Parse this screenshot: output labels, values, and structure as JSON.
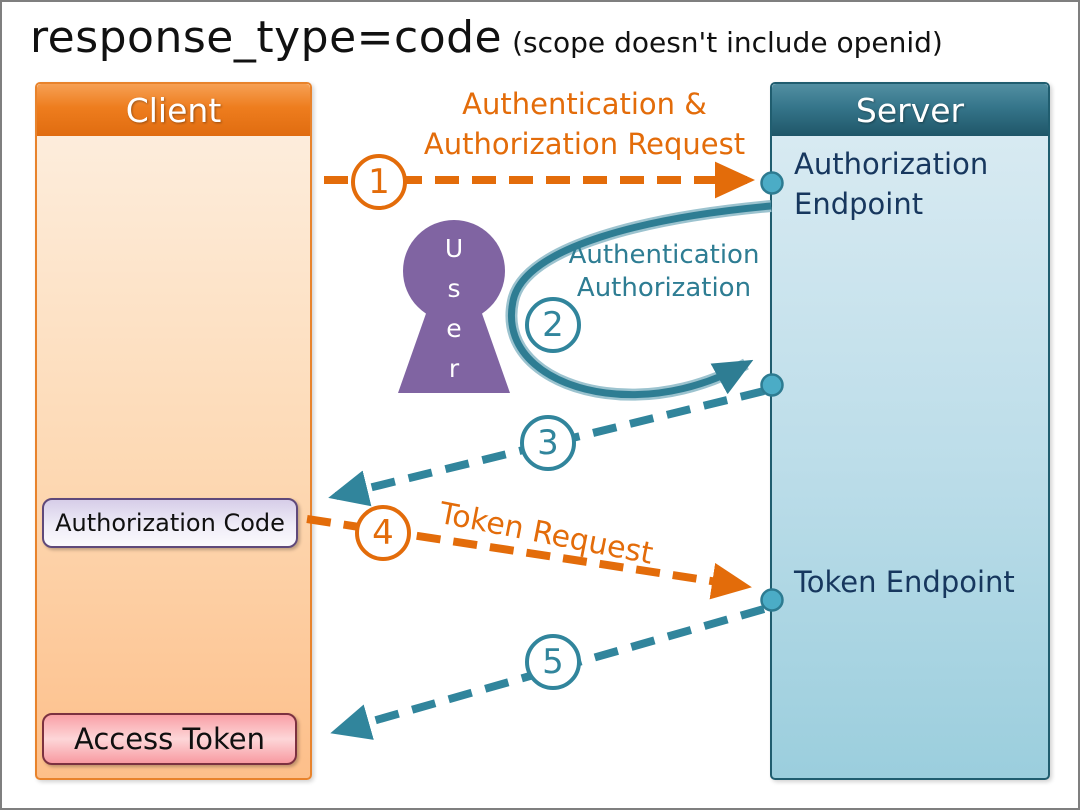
{
  "title": {
    "main": "response_type=code",
    "sub": "(scope doesn't include openid)"
  },
  "client": {
    "header": "Client",
    "badges": {
      "authorization_code": "Authorization Code",
      "access_token": "Access Token"
    }
  },
  "server": {
    "header": "Server",
    "endpoints": {
      "authorization": "Authorization Endpoint",
      "token": "Token Endpoint"
    }
  },
  "user": {
    "name": "User",
    "letters": [
      "U",
      "s",
      "e",
      "r"
    ]
  },
  "steps": [
    {
      "number": "1",
      "color": "#e36c0a",
      "label_line1": "Authentication &",
      "label_line2": "Authorization Request"
    },
    {
      "number": "2",
      "color": "#31859c",
      "label_line1": "Authentication",
      "label_line2": "Authorization"
    },
    {
      "number": "3",
      "color": "#31859c"
    },
    {
      "number": "4",
      "color": "#e36c0a",
      "label": "Token Request"
    },
    {
      "number": "5",
      "color": "#31859c"
    }
  ],
  "colors": {
    "orange_accent": "#e36c0a",
    "teal_accent": "#31859c",
    "navy_text": "#17375e",
    "user_purple": "#8064a2",
    "dot_fill": "#4bacc6"
  }
}
